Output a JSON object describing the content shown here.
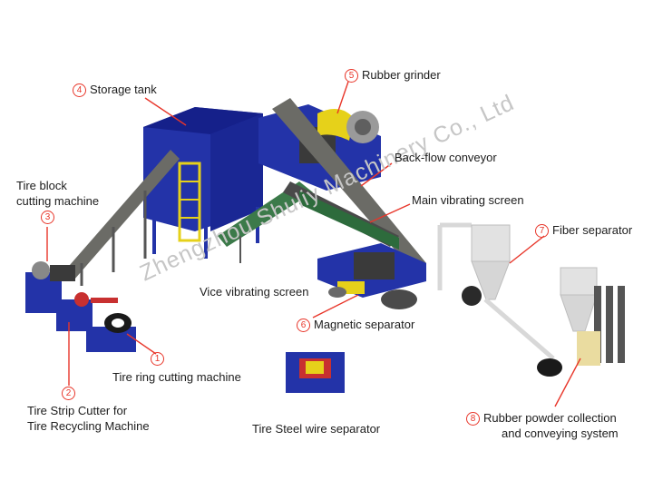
{
  "title": "",
  "watermark": "Zhengzhou Shuliy Machinery Co., Ltd",
  "labels": {
    "storage_tank": {
      "num": "4",
      "text": "Storage tank"
    },
    "rubber_grinder": {
      "num": "5",
      "text": "Rubber grinder"
    },
    "back_flow_conveyor": {
      "text": "Back-flow conveyor"
    },
    "main_vibrating_screen": {
      "text": "Main vibrating screen"
    },
    "tire_block_cutting": {
      "num": "3",
      "line1": "Tire block",
      "line2": "cutting machine"
    },
    "fiber_separator": {
      "num": "7",
      "text": "Fiber separator"
    },
    "vice_vibrating_screen": {
      "text": "Vice vibrating screen"
    },
    "magnetic_separator": {
      "num": "6",
      "text": "Magnetic separator"
    },
    "tire_ring_cutting": {
      "num": "1",
      "text": "Tire ring cutting machine"
    },
    "tire_strip_cutter": {
      "num": "2",
      "line1": "Tire Strip Cutter for",
      "line2": "Tire Recycling Machine"
    },
    "tire_steel_wire": {
      "text": "Tire Steel wire separator"
    },
    "rubber_powder": {
      "num": "8",
      "line1": "Rubber powder collection",
      "line2": "and conveying system"
    }
  },
  "colors": {
    "machine_blue": "#2333a8",
    "accent_yellow": "#e6d11a",
    "conveyor_gray": "#6b6b66",
    "leader_red": "#e8362a",
    "cyclone_white": "#e2e2e2"
  }
}
